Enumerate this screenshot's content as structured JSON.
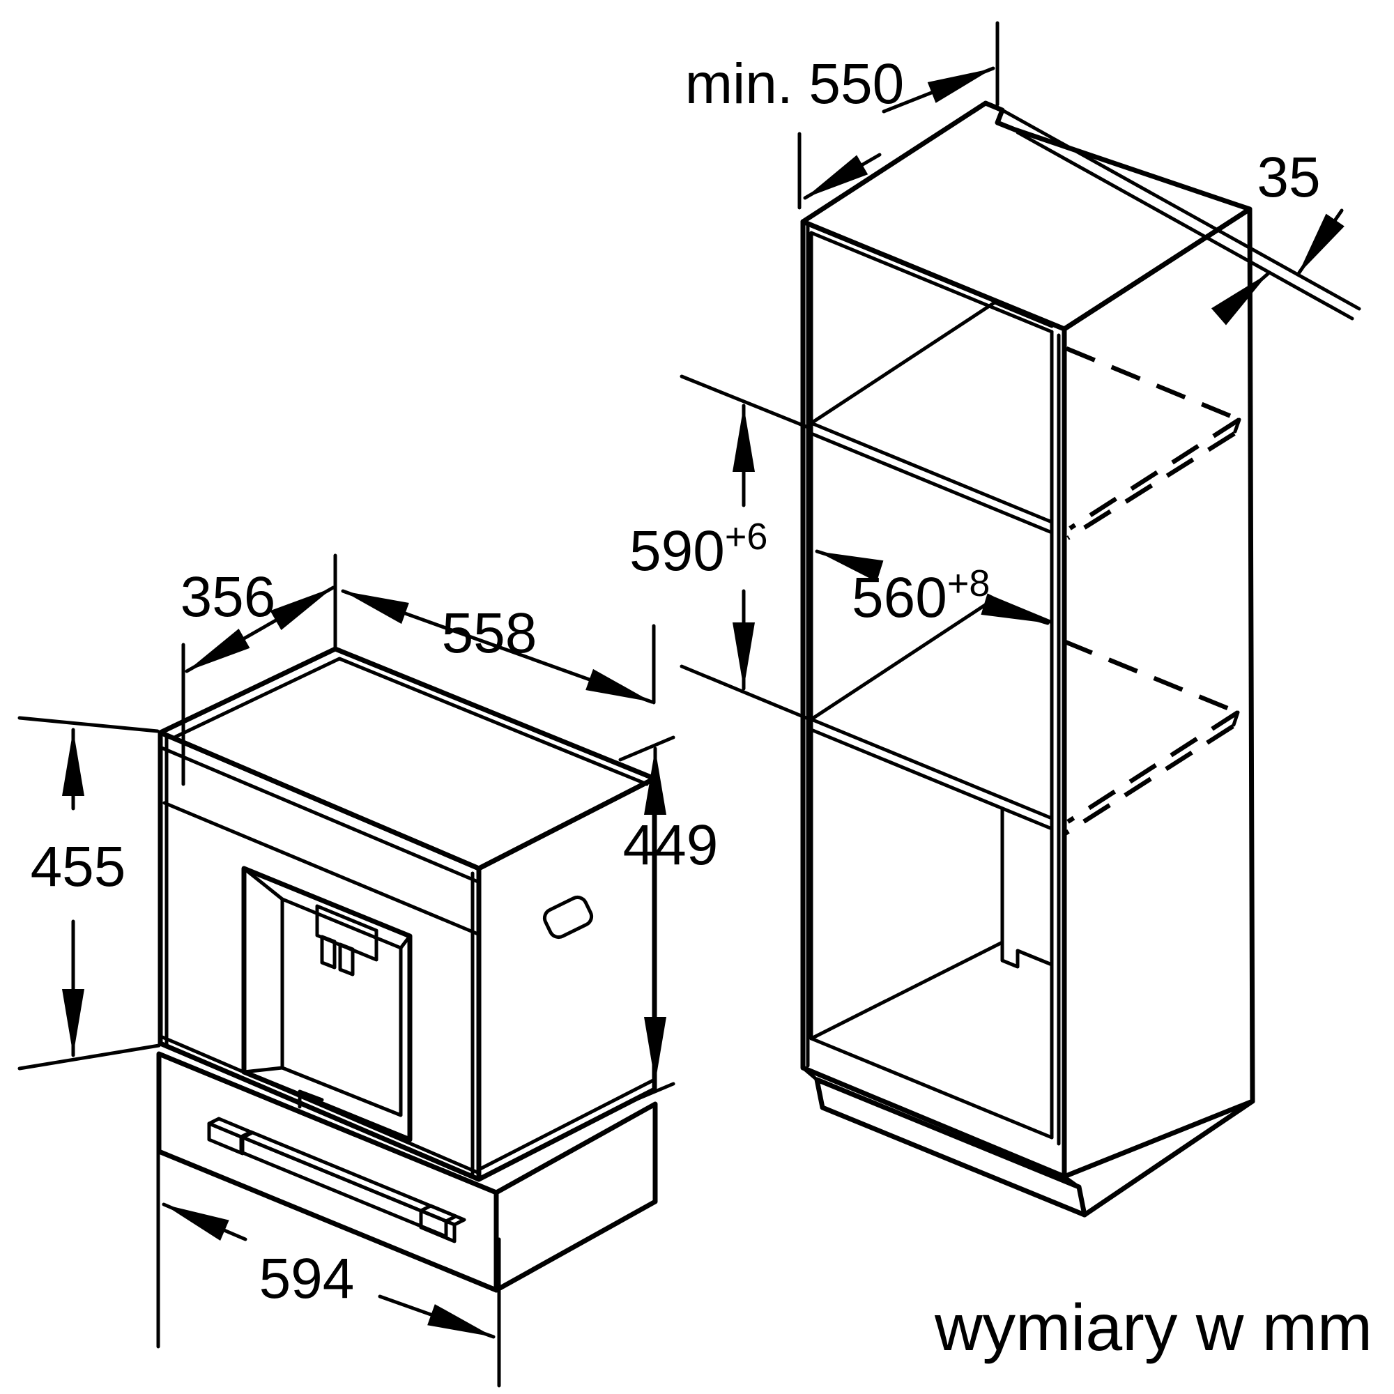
{
  "diagram": {
    "unit_note": "wymiary w mm",
    "cabinet": {
      "min_depth": {
        "label": "min. 550"
      },
      "rear_gap": {
        "label": "35"
      },
      "niche_height": {
        "value": "590",
        "tolerance": "+6"
      },
      "niche_width": {
        "value": "560",
        "tolerance": "+8"
      }
    },
    "appliance": {
      "top_depth": "356",
      "top_width": "558",
      "front_height": "455",
      "side_height": "449",
      "lower_width": "594"
    },
    "colors": {
      "line": "#000000",
      "background": "#ffffff"
    }
  }
}
